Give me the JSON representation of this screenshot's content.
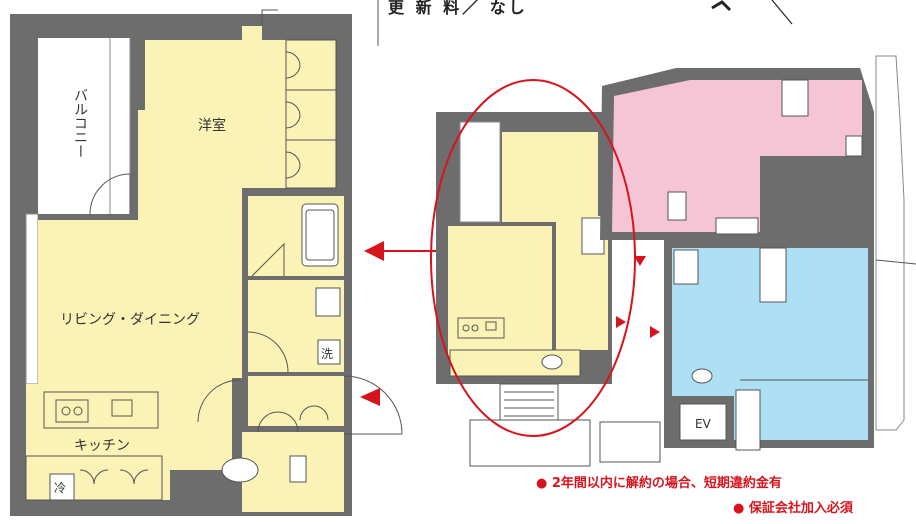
{
  "header": {
    "renewal_fee": "更 新 料／ なし"
  },
  "rooms": {
    "balcony": "バルコニー",
    "western_room": "洋室",
    "living_dining": "リビング・ダイニング",
    "kitchen": "キッチン",
    "washer": "洗",
    "fridge": "冷"
  },
  "building": {
    "elevator": "EV"
  },
  "notes": {
    "early_termination": "● 2年間以内に解約の場合、短期違約金有",
    "guarantee_company": "● 保証会社加入必須"
  },
  "colors": {
    "unit_yellow": "#fbf3b5",
    "unit_pink": "#f5c5d5",
    "unit_blue": "#aee0f5",
    "wall": "#6d6d6d",
    "accent_red": "#d7141e"
  }
}
